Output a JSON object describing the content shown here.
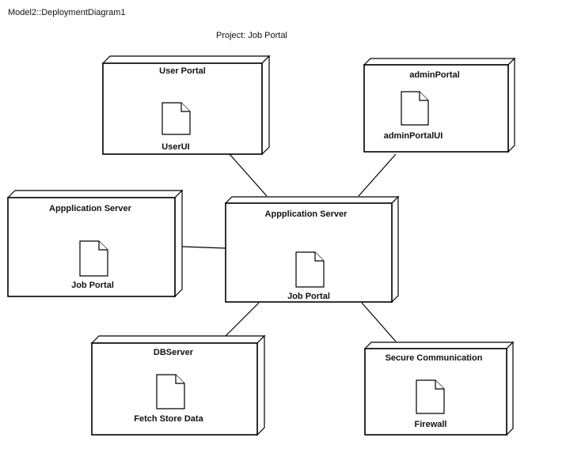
{
  "diagram": {
    "title": "Model2::DeploymentDiagram1",
    "project": "Project: Job Portal",
    "nodes": [
      {
        "title": "User Portal",
        "artifact": "UserUI"
      },
      {
        "title": "adminPortal",
        "artifact": "adminPortalUI"
      },
      {
        "title": "Appplication Server",
        "artifact": "Job Portal"
      },
      {
        "title": "Appplication Server",
        "artifact": "Job Portal"
      },
      {
        "title": "DBServer",
        "artifact": "Fetch Store Data"
      },
      {
        "title": "Secure Communication",
        "artifact": "Firewall"
      }
    ]
  }
}
